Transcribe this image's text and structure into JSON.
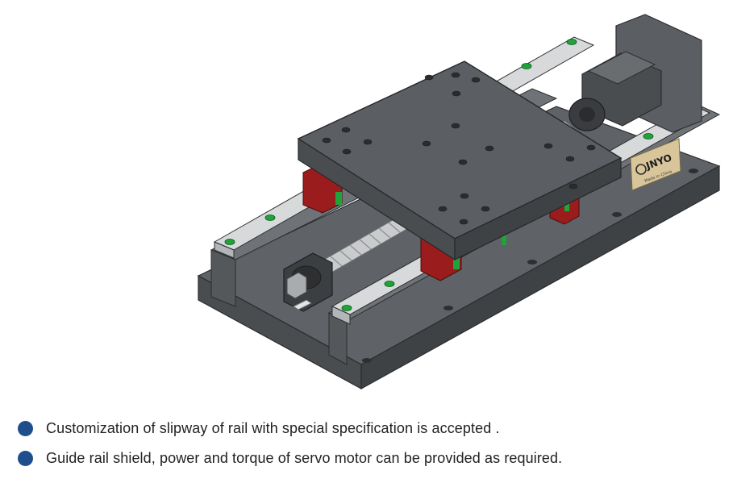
{
  "figure": {
    "brand_label": "JNYO",
    "plate_subtext": "Made in China",
    "colors": {
      "body_dark": "#4a4d50",
      "body_mid": "#5b5e62",
      "body_light": "#6f7276",
      "rail_steel": "#d7d9da",
      "block_red": "#9b1c1c",
      "marker_green": "#1fa33a",
      "plate_gold": "#d8c59a"
    }
  },
  "features": {
    "bullet_color": "#1f4e8c",
    "items": [
      {
        "text": "Customization of slipway of rail with special specification is accepted ."
      },
      {
        "text": "Guide rail shield, power and torque of servo motor can be provided as required."
      }
    ]
  }
}
